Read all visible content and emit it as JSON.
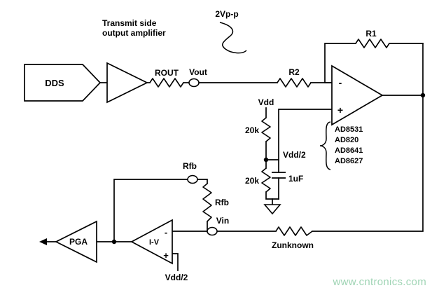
{
  "labels": {
    "transmit_caption_1": "Transmit side",
    "transmit_caption_2": "output amplifier",
    "dds": "DDS",
    "rout": "ROUT",
    "vout": "Vout",
    "swing": "2Vp-p",
    "r2": "R2",
    "r1": "R1",
    "opamp_minus": "-",
    "opamp_plus": "+",
    "vdd": "Vdd",
    "r_upper": "20k",
    "r_lower": "20k",
    "vdd_half_node": "Vdd/2",
    "cap": "1uF",
    "parts": [
      "AD8531",
      "AD820",
      "AD8641",
      "AD8627"
    ],
    "rfb_link": "Rfb",
    "rfb_res": "Rfb",
    "vin": "Vin",
    "zunknown": "Zunknown",
    "iv": "I-V",
    "iv_minus": "-",
    "iv_plus": "+",
    "iv_ref": "Vdd/2",
    "pga": "PGA"
  },
  "watermark": {
    "text": "www.cntronics.com",
    "color": "#9fd4b4"
  }
}
